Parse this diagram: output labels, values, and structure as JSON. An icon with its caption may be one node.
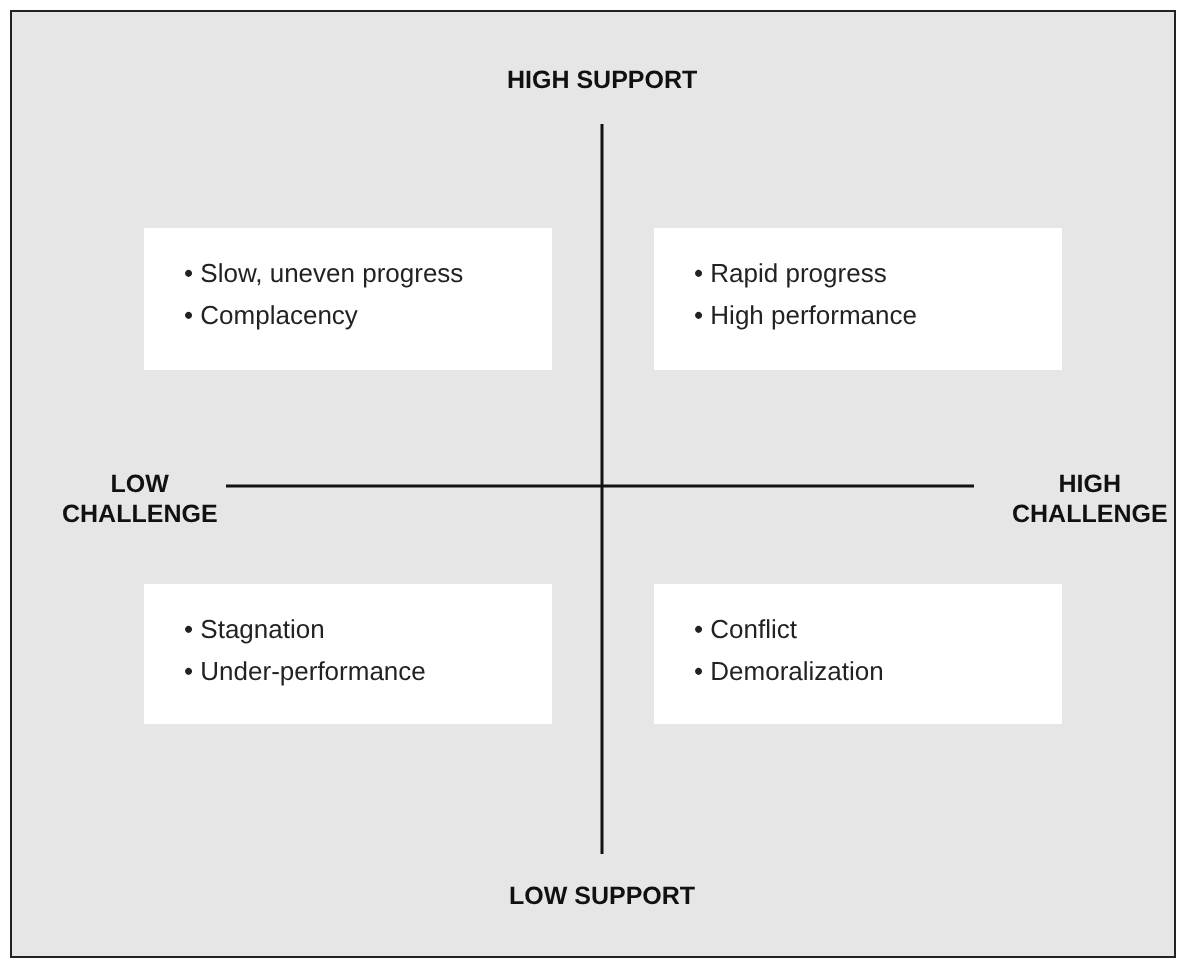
{
  "diagram": {
    "nodes": [
      {
        "text": [
          "• Slow, uneven progress",
          "• Complacency"
        ]
      },
      {
        "text": [
          "• Rapid progress",
          "• High performance"
        ]
      },
      {
        "text": [
          "• Stagnation",
          "• Under-performance"
        ]
      },
      {
        "text": [
          "• Conflict",
          "• Demoralization"
        ]
      }
    ],
    "labels": [
      "HIGH SUPPORT",
      "LOW CHALLENGE",
      "HIGH CHALLENGE",
      "LOW SUPPORT"
    ]
  }
}
